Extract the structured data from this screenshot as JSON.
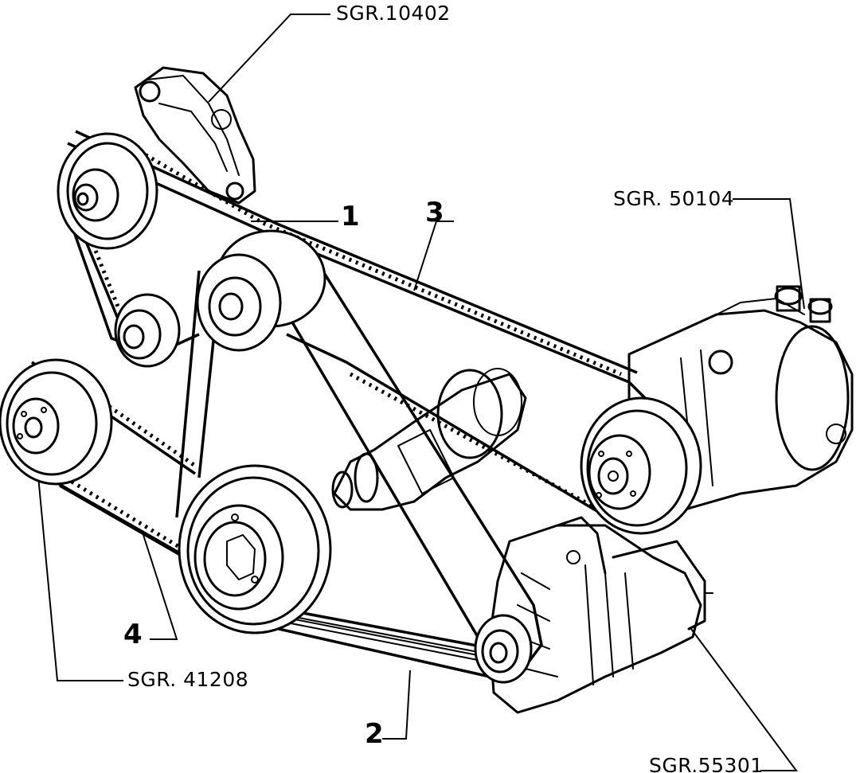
{
  "labels": {
    "sgr_10402": "SGR.10402",
    "sgr_50104": "SGR. 50104",
    "sgr_41208": "SGR. 41208",
    "sgr_55301": "SGR.55301",
    "item_1": "1",
    "item_2": "2",
    "item_3": "3",
    "item_4": "4"
  }
}
